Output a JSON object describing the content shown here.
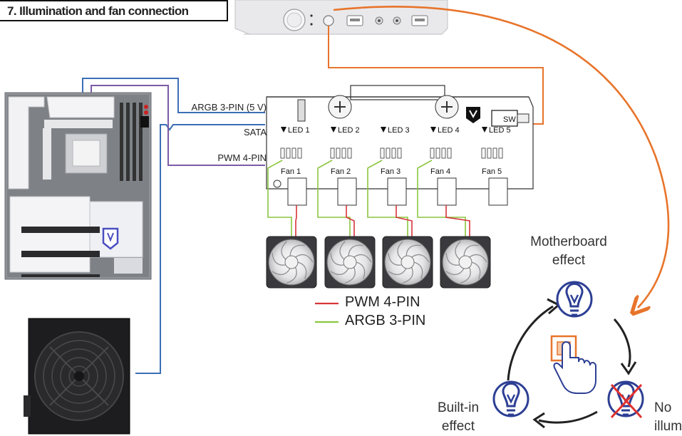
{
  "title": "7. Illumination and fan connection",
  "cable_labels": {
    "argb": "ARGB 3-PIN (5 V)",
    "sata": "SATA",
    "pwm": "PWM 4-PIN"
  },
  "hub": {
    "led_ports": [
      "LED 1",
      "LED 2",
      "LED 3",
      "LED 4",
      "LED 5"
    ],
    "fan_ports": [
      "Fan 1",
      "Fan 2",
      "Fan 3",
      "Fan 4",
      "Fan 5"
    ],
    "switch_label": "SW"
  },
  "legend": {
    "pwm": "PWM 4-PIN",
    "argb": "ARGB 3-PIN"
  },
  "cycle": {
    "top_line1": "Motherboard",
    "top_line2": "effect",
    "left_line1": "Built-in",
    "left_line2": "effect",
    "right_line1": "No",
    "right_line2": "illum"
  },
  "colors": {
    "blue_cable": "#3b6fb6",
    "purple_cable": "#7d5aa6",
    "orange_arrow": "#e8742a",
    "pwm_red": "#d6353a",
    "argb_green": "#8cc63f",
    "bulb_blue": "#2d3f94",
    "cross_red": "#e0312f"
  },
  "icons": [
    "power-button-icon",
    "usb-port-icon",
    "audio-jack-icon",
    "brand-logo-icon",
    "lightbulb-icon",
    "hand-pointer-icon",
    "cross-icon",
    "fan-icon"
  ]
}
